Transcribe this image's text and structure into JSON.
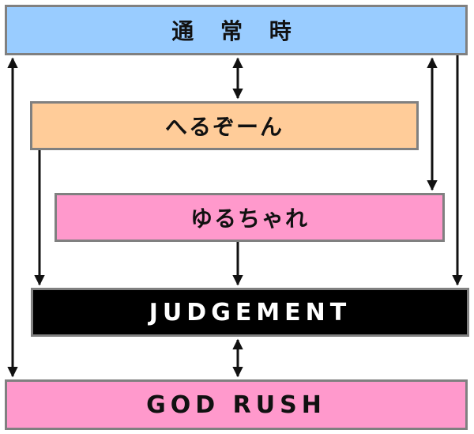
{
  "boxes": {
    "normal": {
      "label": "通 常 時",
      "color": "#99ccff"
    },
    "herozone": {
      "label": "へるぞーん",
      "color": "#ffcc99"
    },
    "yuruchare": {
      "label": "ゆるちゃれ",
      "color": "#ff99cc"
    },
    "judgement": {
      "label": "JUDGEMENT",
      "color": "#000000"
    },
    "godrush": {
      "label": "GOD RUSH",
      "color": "#ff99cc"
    }
  },
  "arrow_color": "#111111"
}
